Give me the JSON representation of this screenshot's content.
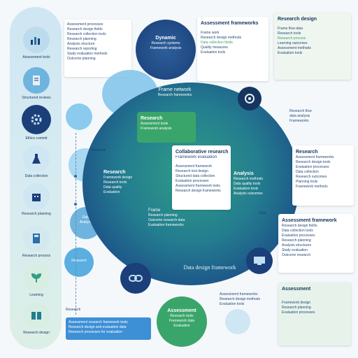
{
  "sidebar": {
    "items": [
      {
        "label": "Assessment tools",
        "icon": "chart-icon"
      },
      {
        "label": "Structured reviews",
        "icon": "document-icon"
      },
      {
        "label": "Ethics commit",
        "icon": "gear-icon"
      },
      {
        "label": "Data collection",
        "icon": "flask-icon"
      },
      {
        "label": "Research planning",
        "icon": "building-icon"
      },
      {
        "label": "Research process",
        "icon": "notebook-icon"
      },
      {
        "label": "Learning",
        "icon": "plant-icon"
      },
      {
        "label": "Research design",
        "icon": "book-icon"
      }
    ]
  },
  "top_left_note": {
    "lines": [
      "Assessment processes",
      "Research design fields",
      "Research collection tools",
      "Research planning",
      "Analysis structure",
      "Research reporting",
      "Study evaluation methods",
      "Outcome planning"
    ]
  },
  "top_center": {
    "title": "Assessment frameworks",
    "lines": [
      "Frame work",
      "Research design methods",
      "Data collection fields",
      "Quality measures",
      "Evaluation tools"
    ]
  },
  "top_right": {
    "title": "Research design",
    "lines": [
      "Frame flow data",
      "Research tools",
      "Research process",
      "Learning outcomes",
      "Assessment methods",
      "Evaluation tools"
    ]
  },
  "circle_blue": {
    "title": "Dynamic",
    "lines": [
      "Research systems",
      "Framework analysis"
    ]
  },
  "frame_label": {
    "title": "Frame network",
    "subtitle": "Research frameworks"
  },
  "right_note": {
    "lines": [
      "Research flow",
      "data analysis",
      "Frameworks"
    ]
  },
  "green_card": {
    "title": "Research",
    "lines": [
      "Assessment tools",
      "Framework analysis"
    ]
  },
  "center_card": {
    "title": "Collaborative research",
    "subtitle": "Framework evaluation",
    "lines": [
      "Assessment framework",
      "Research tool design",
      "Structured data collection",
      "Evaluation processes",
      "Assessment framework tools",
      "Research design frameworks"
    ]
  },
  "left_inner": {
    "title": "Research",
    "lines": [
      "Framework design",
      "Research tools",
      "Data quality",
      "Evaluation"
    ]
  },
  "right_inner": {
    "title": "Analysis",
    "lines": [
      "Research methods",
      "Data quality tools",
      "Evaluation tools",
      "Analysis outcomes"
    ]
  },
  "center_label": {
    "title": "Frame",
    "lines": [
      "Research planning",
      "Outcome research data",
      "Evaluation frameworks"
    ]
  },
  "center_caption": "Data design framework",
  "left_small": {
    "t1": "Data",
    "t2": "Analysis"
  },
  "left_small2": {
    "title": "Research"
  },
  "left_label": "Research",
  "right_label": "Data",
  "right_card": {
    "title": "Research",
    "lines": [
      "Assessment frameworks",
      "Research design tools",
      "Evaluation processes",
      "Data collection",
      "Research outcomes",
      "Planning tools",
      "Framework methods"
    ]
  },
  "right_list": {
    "title": "Assessment framework",
    "lines": [
      "Research design fields",
      "Data collection tools",
      "Evaluation processes",
      "Research planning",
      "Analysis structures",
      "Study evaluation",
      "Outcome research"
    ]
  },
  "bottom_center": {
    "title": "Assessment",
    "lines": [
      "Research tools",
      "Framework data",
      "Evaluation"
    ]
  },
  "bottom_note": {
    "lines": [
      "Assessment frameworks",
      "Research design methods",
      "Evaluation tools"
    ]
  },
  "bottom_right": {
    "title": "Assessment",
    "lines": [
      "Framework design",
      "Research planning",
      "Evaluation processes"
    ]
  },
  "bottom_left_label": "Research",
  "blue_bar": {
    "lines": [
      "Assessment research framework tools",
      "Research design and evaluation data",
      "Research processes for evaluation"
    ]
  },
  "colors": {
    "navy": "#1b3f79",
    "teal": "#237c8f",
    "green": "#2f9e86",
    "light_blue": "#5aaee0",
    "accent_green": "#3aa56a"
  }
}
